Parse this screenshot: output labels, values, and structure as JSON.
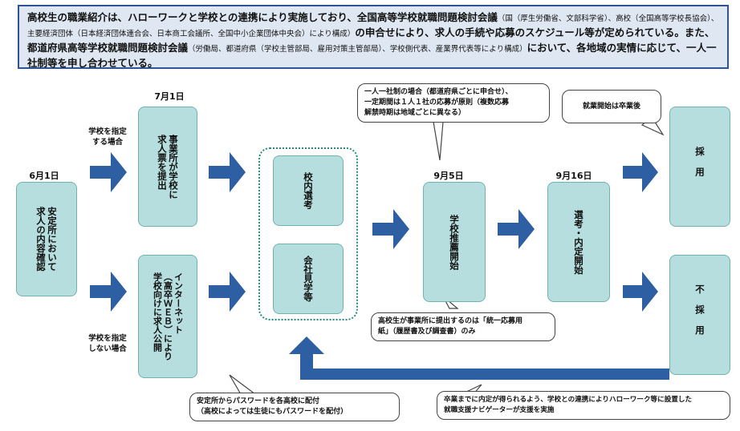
{
  "intro": {
    "p1": "高校生の職業紹介は、ハローワークと学校との連携により実施しており、全国高等学校就職問題検討会議",
    "p2": "（国（厚生労働省、文部科学省）、高校（全国高等学校長協会）、主要経済団体（日本経済団体連合会、日本商工会議所、全国中小企業団体中央会）により構成）",
    "p3": "の申合せにより、求人の手続や応募のスケジュール等が定められている。また、都道府県高等学校就職問題検討会議",
    "p4": "（労働局、都道府県（学校主管部局、雇用対策主管部局）、学校側代表、産業界代表等により構成）",
    "p5": "において、各地域の実情に応じて、一人一社制等を申し合わせている。"
  },
  "dates": {
    "d1": "6月1日",
    "d2": "7月1日",
    "d3": "9月5日",
    "d4": "9月16日"
  },
  "conditions": {
    "designated": "学校を指定\nする場合",
    "not_designated": "学校を指定\nしない場合"
  },
  "boxes": {
    "kyujin": "安定所において\n求人の内容確認",
    "teishutsu": "事業所が学校に\n求人票を提出",
    "internet": "インターネット\n（高卒ＷＥＢ）により\n学校向けに求人公開",
    "kounai": "校内選考",
    "kengaku": "会社見学等",
    "suisen": "学校推薦開始",
    "senkou": "選考・内定開始",
    "saiyo": "採用",
    "fusaiyo": "不採用"
  },
  "callouts": {
    "hitori": "一人一社制の場合（都道府県ごとに申合せ）、\n一定期間は１人１社の応募が原則（複数応募\n解禁時期は地域ごとに異なる）",
    "shugyo": "就業開始は卒業後",
    "touitsu": "高校生が事業所に提出するのは「統一応募用\n紙」（履歴書及び調査書）のみ",
    "password": "安定所からパスワードを各高校に配付\n（高校によっては生徒にもパスワードを配付）",
    "navigator": "卒業までに内定が得られるよう、学校との連携によりハローワーク等に設置した\n就職支援ナビゲーターが支援を実施"
  },
  "colors": {
    "arrow": "#2e5fa3",
    "box": "#b7dede",
    "box_border": "#6fb3ad",
    "intro_bg": "#dfe8f2"
  }
}
